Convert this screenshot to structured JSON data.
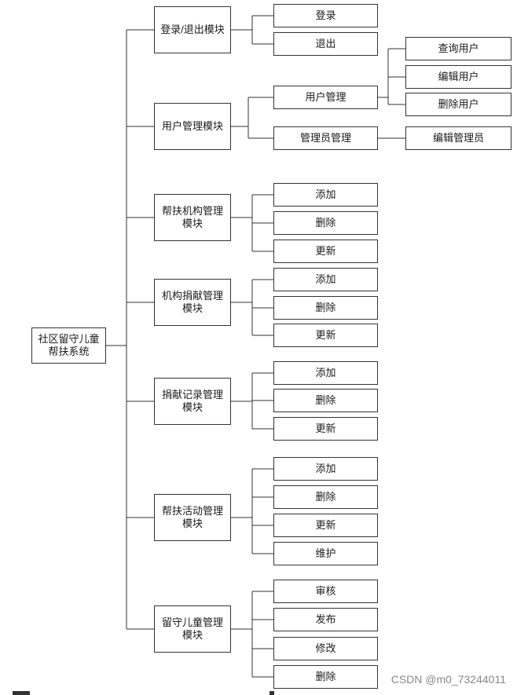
{
  "diagram": {
    "root": "社区留守儿童\n帮扶系统",
    "modules": [
      {
        "label": "登录/退出模块",
        "children": [
          {
            "label": "登录"
          },
          {
            "label": "退出"
          }
        ]
      },
      {
        "label": "用户管理模块",
        "children": [
          {
            "label": "用户管理",
            "children": [
              {
                "label": "查询用户"
              },
              {
                "label": "编辑用户"
              },
              {
                "label": "删除用户"
              }
            ]
          },
          {
            "label": "管理员管理",
            "children": [
              {
                "label": "编辑管理员"
              }
            ]
          }
        ]
      },
      {
        "label": "帮扶机构管理\n模块",
        "children": [
          {
            "label": "添加"
          },
          {
            "label": "删除"
          },
          {
            "label": "更新"
          }
        ]
      },
      {
        "label": "机构捐献管理\n模块",
        "children": [
          {
            "label": "添加"
          },
          {
            "label": "删除"
          },
          {
            "label": "更新"
          }
        ]
      },
      {
        "label": "捐献记录管理\n模块",
        "children": [
          {
            "label": "添加"
          },
          {
            "label": "删除"
          },
          {
            "label": "更新"
          }
        ]
      },
      {
        "label": "帮扶活动管理\n模块",
        "children": [
          {
            "label": "添加"
          },
          {
            "label": "删除"
          },
          {
            "label": "更新"
          },
          {
            "label": "维护"
          }
        ]
      },
      {
        "label": "留守儿童管理\n模块",
        "children": [
          {
            "label": "审核"
          },
          {
            "label": "发布"
          },
          {
            "label": "修改"
          },
          {
            "label": "删除"
          }
        ]
      }
    ]
  },
  "watermark": "CSDN @m0_73244011"
}
